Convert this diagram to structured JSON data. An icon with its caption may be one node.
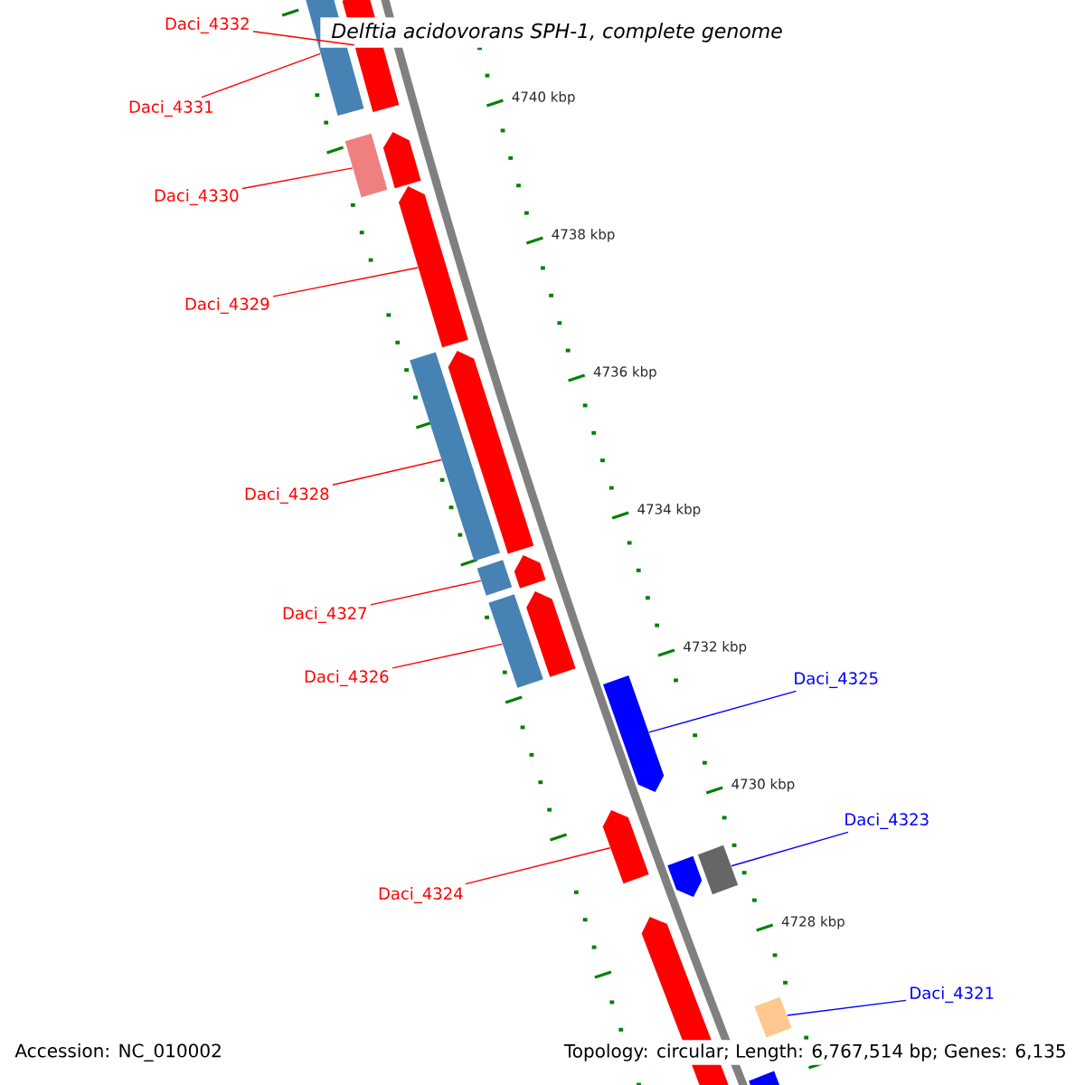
{
  "diagram": {
    "title": "Delftia acidovorans SPH-1, complete genome",
    "nodes": [
      {
        "text": [
          "Daci_4332"
        ]
      },
      {
        "text": [
          "Daci_4331"
        ]
      },
      {
        "text": [
          "Daci_4330"
        ]
      },
      {
        "text": [
          "Daci_4329"
        ]
      },
      {
        "text": [
          "Daci_4328"
        ]
      },
      {
        "text": [
          "Daci_4327"
        ]
      },
      {
        "text": [
          "Daci_4326"
        ]
      },
      {
        "text": [
          "Daci_4325"
        ]
      },
      {
        "text": [
          "Daci_4323"
        ]
      },
      {
        "text": [
          "Daci_4324"
        ]
      },
      {
        "text": [
          "Daci_4321"
        ]
      },
      {
        "text": [],
        "shape": "block"
      },
      {
        "text": [],
        "shape": "block"
      },
      {
        "text": [],
        "shape": "block"
      },
      {
        "text": [],
        "shape": "block"
      },
      {
        "text": [],
        "shape": "block"
      },
      {
        "text": [],
        "shape": "block"
      },
      {
        "text": [],
        "shape": "block"
      },
      {
        "text": [],
        "shape": "block"
      },
      {
        "text": [],
        "shape": "block"
      },
      {
        "text": [],
        "shape": "block"
      },
      {
        "text": [],
        "shape": "block"
      },
      {
        "text": [],
        "shape": "block"
      },
      {
        "text": [],
        "shape": "block"
      },
      {
        "text": [],
        "shape": "block"
      },
      {
        "text": [],
        "shape": "block"
      },
      {
        "text": [],
        "shape": "block"
      },
      {
        "text": [],
        "shape": "block"
      },
      {
        "text": [],
        "shape": "block"
      }
    ],
    "edges": [
      {
        "from": 0,
        "to": 21,
        "arrow": "none"
      },
      {
        "from": 1,
        "to": 11,
        "arrow": "none"
      },
      {
        "from": 2,
        "to": 12,
        "arrow": "none"
      },
      {
        "from": 3,
        "to": 13,
        "arrow": "none"
      },
      {
        "from": 4,
        "to": 14,
        "arrow": "none"
      },
      {
        "from": 5,
        "to": 15,
        "arrow": "none"
      },
      {
        "from": 6,
        "to": 16,
        "arrow": "none"
      },
      {
        "from": 7,
        "to": 17,
        "arrow": "none",
        "color": "#0000ff"
      },
      {
        "from": 8,
        "to": 18,
        "arrow": "none",
        "color": "#0000ff"
      },
      {
        "from": 9,
        "to": 19,
        "arrow": "none"
      },
      {
        "from": 10,
        "to": 20,
        "arrow": "none",
        "color": "#0000ff"
      }
    ],
    "labels": [
      "4740 kbp",
      "4738 kbp",
      "4736 kbp",
      "4734 kbp",
      "4732 kbp",
      "4730 kbp",
      "4728 kbp",
      "Accession: NC_010002",
      "Topology: circular; Length: 6,767,514 bp; Genes: 6,135"
    ]
  }
}
